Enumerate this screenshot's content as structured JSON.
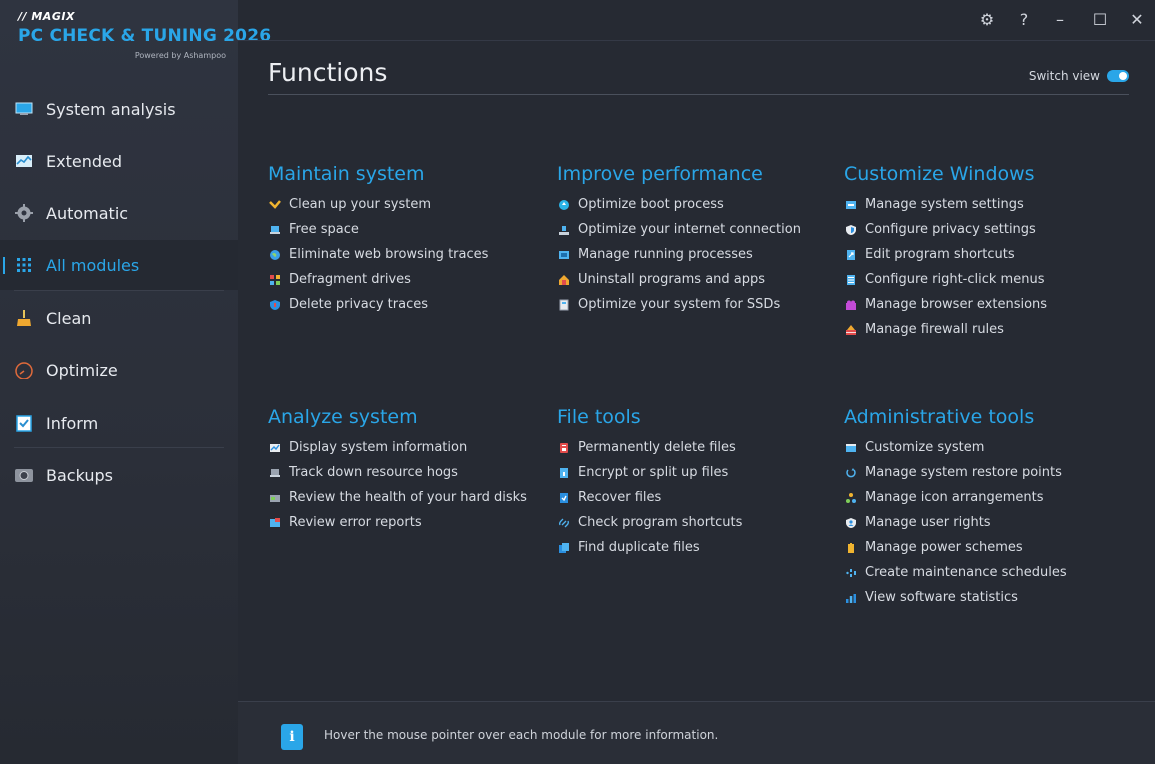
{
  "brand": {
    "magix": "// MAGIX",
    "product": "PC CHECK & TUNING 2026",
    "powered": "Powered by Ashampoo"
  },
  "sidebar": {
    "items": [
      {
        "label": "System analysis",
        "icon": "monitor-icon"
      },
      {
        "label": "Extended",
        "icon": "chart-icon"
      },
      {
        "label": "Automatic",
        "icon": "gear-icon"
      },
      {
        "label": "All modules",
        "icon": "grid-icon",
        "active": true
      },
      {
        "label": "Clean",
        "icon": "broom-icon"
      },
      {
        "label": "Optimize",
        "icon": "speedometer-icon"
      },
      {
        "label": "Inform",
        "icon": "clipboard-icon"
      },
      {
        "label": "Backups",
        "icon": "camera-icon"
      }
    ]
  },
  "window_controls": {
    "settings": "⚙",
    "help": "?",
    "minimize": "–",
    "maximize": "☐",
    "close": "✕"
  },
  "main": {
    "title": "Functions",
    "switch_view_label": "Switch view",
    "groups": [
      {
        "title": "Maintain system",
        "items": [
          "Clean up your system",
          "Free space",
          "Eliminate web browsing traces",
          "Defragment drives",
          "Delete privacy traces"
        ]
      },
      {
        "title": "Improve performance",
        "items": [
          "Optimize boot process",
          "Optimize your internet connection",
          "Manage running processes",
          "Uninstall programs and apps",
          "Optimize your system for SSDs"
        ]
      },
      {
        "title": "Customize Windows",
        "items": [
          "Manage system settings",
          "Configure privacy settings",
          "Edit program shortcuts",
          "Configure right-click menus",
          "Manage browser extensions",
          "Manage firewall rules"
        ]
      },
      {
        "title": "Analyze system",
        "items": [
          "Display system information",
          "Track down resource hogs",
          "Review the health of your hard disks",
          "Review error reports"
        ]
      },
      {
        "title": "File tools",
        "items": [
          "Permanently delete files",
          "Encrypt or split up files",
          "Recover files",
          "Check program shortcuts",
          "Find duplicate files"
        ]
      },
      {
        "title": "Administrative tools",
        "items": [
          "Customize system",
          "Manage system restore points",
          "Manage icon arrangements",
          "Manage user rights",
          "Manage power schemes",
          "Create maintenance schedules",
          "View software statistics"
        ]
      }
    ]
  },
  "footer": {
    "info_glyph": "i",
    "text": "Hover the mouse pointer over each module for more information."
  },
  "colors": {
    "accent": "#2aa6e8",
    "background": "#262a33",
    "sidebar": "#2f3440"
  }
}
